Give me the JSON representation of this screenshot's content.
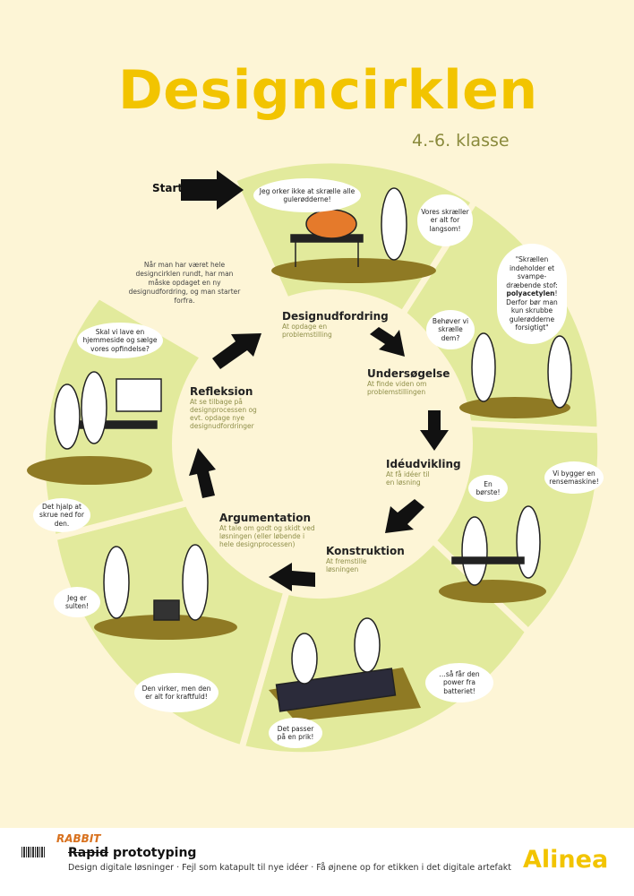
{
  "title": "Designcirklen",
  "subtitle": "4.-6. klasse",
  "start_label": "Start",
  "intro_text": "Når man har været hele designcirklen rundt, har man måske opdaget en ny designudfordring, og man starter forfra.",
  "stages": [
    {
      "title": "Designudfordring",
      "desc": "At opdage en problemstilling"
    },
    {
      "title": "Undersøgelse",
      "desc": "At finde viden om problemstillingen"
    },
    {
      "title": "Idéudvikling",
      "desc": "At få idéer til en løsning"
    },
    {
      "title": "Konstruktion",
      "desc": "At fremstille løsningen"
    },
    {
      "title": "Argumentation",
      "desc": "At tale om godt og skidt ved løsningen (eller løbende i hele designprocessen)"
    },
    {
      "title": "Refleksion",
      "desc": "At se tilbage på designprocessen og evt. opdage nye designudfordringer"
    }
  ],
  "bubbles": {
    "b1": "Jeg orker ikke at skrælle alle gulerødderne!",
    "b2": "Vores skræller er alt for langsom!",
    "b3a": "\"Skrællen indeholder et svampe-dræbende stof:",
    "b3b": "polyacetylen",
    "b3c": "! Derfor bør man kun skrubbe gulerødderne forsigtigt\"",
    "b4": "Behøver vi skrælle dem?",
    "b5": "En børste!",
    "b6": "Vi bygger en rensemaskine!",
    "b7": "…så får den power fra batteriet!",
    "b8": "Det passer på en prik!",
    "b9": "Den virker, men den er alt for kraftfuld!",
    "b10": "Jeg er sulten!",
    "b11": "Det hjalp at skrue ned for den.",
    "b12": "Skal vi lave en hjemmeside og sælge vores opfindelse?"
  },
  "footer": {
    "rabbit": "RABBIT",
    "rapid": "Rapid",
    "prototyping": "prototyping",
    "tagline": "Design digitale løsninger · Fejl som katapult til nye idéer · Få øjnene op for etikken i det digitale artefakt",
    "brand": "Alinea"
  },
  "colors": {
    "title": "#f2c400",
    "ring": "#e2ea9c",
    "ground": "#8f7a24",
    "accent_orange": "#e57a2b"
  },
  "icons": [
    "arrow-icon",
    "barcode-icon"
  ]
}
